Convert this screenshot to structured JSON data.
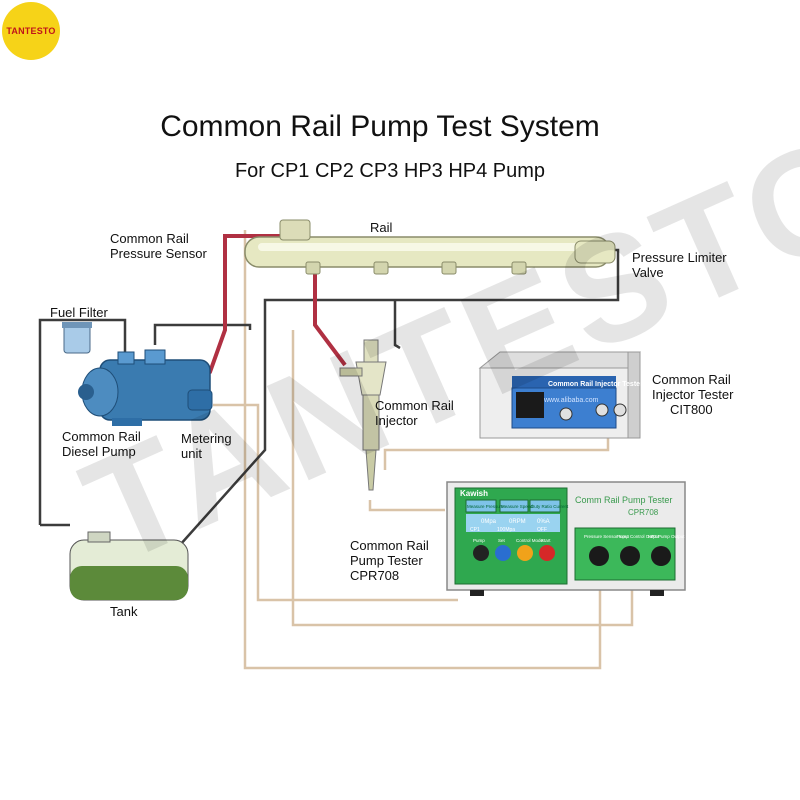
{
  "logo": {
    "text": "TANTESTO"
  },
  "title": "Common Rail Pump Test System",
  "subtitle": "For CP1 CP2 CP3 HP3 HP4 Pump",
  "watermark": "TANTESTO",
  "labels": {
    "rail": "Rail",
    "pressure_sensor": [
      "Common Rail",
      "Pressure Sensor"
    ],
    "pressure_limiter": [
      "Pressure Limiter",
      "Valve"
    ],
    "fuel_filter": "Fuel Filter",
    "diesel_pump": [
      "Common Rail",
      "Diesel Pump"
    ],
    "metering_unit": [
      "Metering",
      "unit"
    ],
    "injector": [
      "Common Rail",
      "Injector"
    ],
    "injector_tester": [
      "Common Rail",
      "Injector Tester",
      "CIT800"
    ],
    "pump_tester": [
      "Common Rail",
      "Pump Tester",
      "CPR708"
    ],
    "tank": "Tank"
  },
  "cit800": {
    "panel_title": "Common Rail Injector Tester",
    "brand_url": "www.alibaba.com"
  },
  "cpr708": {
    "brand": "Kawish",
    "title": "Comm Rail Pump Tester",
    "model": "CPR708",
    "mode_buttons": [
      "Measure Pressure",
      "Measure Speed",
      "Duty Ratio Current"
    ],
    "readouts": [
      "0Mpa",
      "0RPM",
      "0%A"
    ],
    "readouts2": [
      "CP1",
      "100Mpa",
      "OFF"
    ],
    "knob_labels": [
      "Pump",
      "Set",
      "Control Mode",
      "Start"
    ],
    "port_labels": [
      "Pressure Sensor Input",
      "Pump Control Output",
      "HP3 Pump Output"
    ]
  },
  "colors": {
    "pipe_gray": "#3c3c3c",
    "pipe_red": "#b03042",
    "wire_beige": "#d9c3a8",
    "rail_body": "#e6e8c2",
    "pump_blue": "#3a7bb0",
    "tank_green": "#5c8a3a",
    "tester_panel_green": "#2fa84f",
    "cit_panel_blue": "#2a64b0"
  }
}
